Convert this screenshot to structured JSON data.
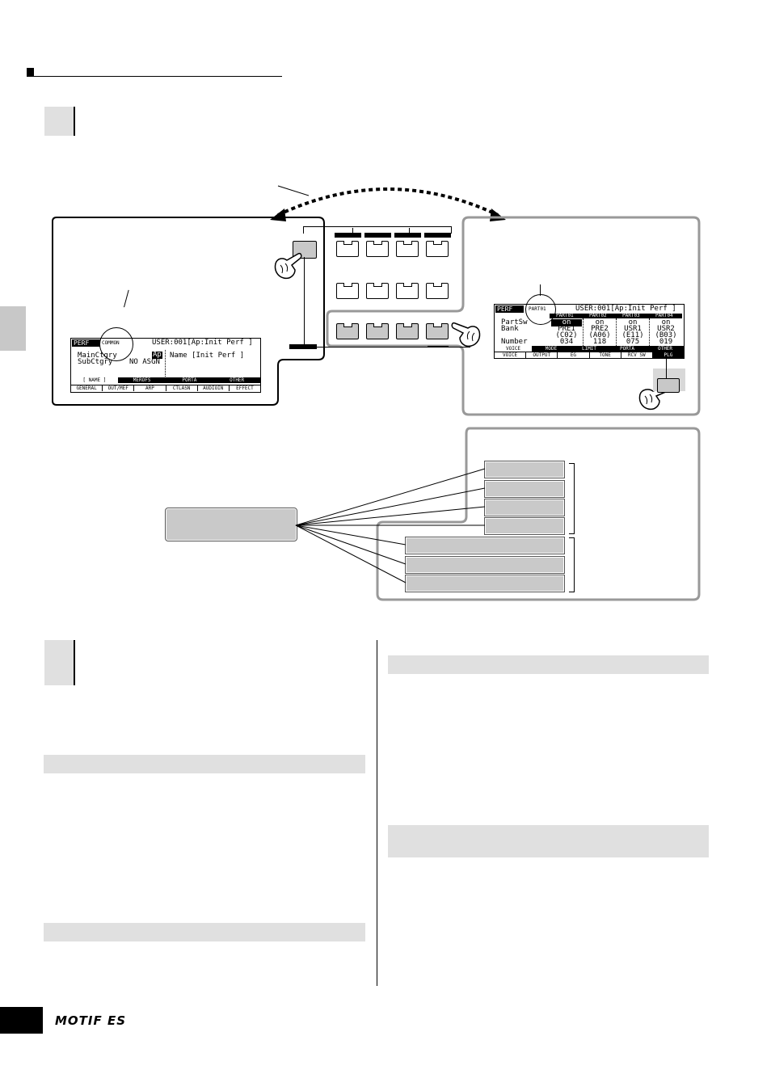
{
  "left_lcd": {
    "mode": "PERF",
    "tab_label": "COMMON",
    "header": "USER:001[Ap:Init Perf ]",
    "row1_label": "MainCtgry",
    "row1_value": "Ap",
    "row1_name": "Name  [Init Perf ]",
    "row2_label": "SubCtgry",
    "row2_value": "NO ASGN",
    "upper_tabs": [
      "[ NAME ]",
      "MEROFS",
      "PORTA",
      "OTHER"
    ],
    "lower_tabs": [
      "GENERAL",
      "OUT/MEF",
      "ARP",
      "CTLASN",
      "AUDIOIN",
      "EFFECT"
    ]
  },
  "right_lcd": {
    "mode": "PERF",
    "tab_label": "PART01",
    "header": "USER:001[Ap:Init Perf ]",
    "parts": [
      "PART01",
      "PART02",
      "PART03",
      "PART04"
    ],
    "row_labels": [
      "PartSw",
      "Bank",
      "Number"
    ],
    "partsw": [
      "on",
      "on",
      "on",
      "on"
    ],
    "bank": [
      "PRE1",
      "PRE2",
      "USR1",
      "USR2"
    ],
    "bank_sub": [
      "(C02)",
      "(A06)",
      "(E11)",
      "(B03)"
    ],
    "number": [
      "034",
      "118",
      "075",
      "019"
    ],
    "upper_tabs": [
      "VOICE",
      "MODE",
      "LIMIT",
      "PORTA",
      "OTHER"
    ],
    "lower_tabs": [
      "VOICE",
      "OUTPUT",
      "EG",
      "TONE",
      "RCV SW",
      "PLG"
    ]
  },
  "logo": "MOTIF ES",
  "colors": {
    "panel_border": "#999999",
    "gray_box": "#c9c9c9",
    "heading_bar": "#e0e0e0"
  }
}
